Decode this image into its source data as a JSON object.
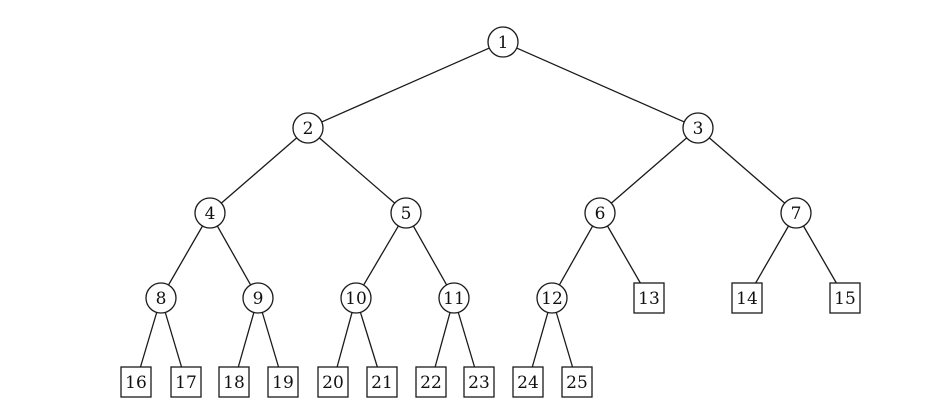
{
  "tree": {
    "internal_nodes": [
      "1",
      "2",
      "3",
      "4",
      "5",
      "6",
      "7",
      "8",
      "9",
      "10",
      "11",
      "12"
    ],
    "leaf_nodes": [
      "13",
      "14",
      "15",
      "16",
      "17",
      "18",
      "19",
      "20",
      "21",
      "22",
      "23",
      "24",
      "25"
    ],
    "edges": [
      [
        "1",
        "2"
      ],
      [
        "1",
        "3"
      ],
      [
        "2",
        "4"
      ],
      [
        "2",
        "5"
      ],
      [
        "3",
        "6"
      ],
      [
        "3",
        "7"
      ],
      [
        "4",
        "8"
      ],
      [
        "4",
        "9"
      ],
      [
        "5",
        "10"
      ],
      [
        "5",
        "11"
      ],
      [
        "6",
        "12"
      ],
      [
        "6",
        "13"
      ],
      [
        "7",
        "14"
      ],
      [
        "7",
        "15"
      ],
      [
        "8",
        "16"
      ],
      [
        "8",
        "17"
      ],
      [
        "9",
        "18"
      ],
      [
        "9",
        "19"
      ],
      [
        "10",
        "20"
      ],
      [
        "10",
        "21"
      ],
      [
        "11",
        "22"
      ],
      [
        "11",
        "23"
      ],
      [
        "12",
        "24"
      ],
      [
        "12",
        "25"
      ]
    ]
  }
}
